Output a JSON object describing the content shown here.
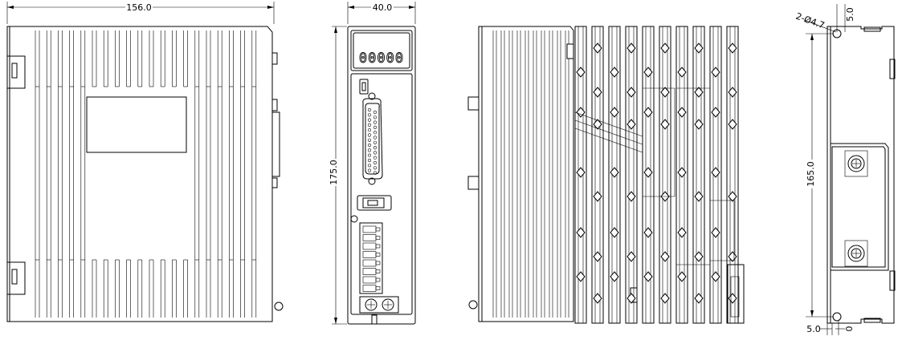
{
  "dimensions": {
    "front_width": "156.0",
    "side_width": "40.0",
    "side_height": "175.0",
    "rear_height": "165.0",
    "rear_hole": "2-Ø4.7",
    "rear_top_offset": "5.0",
    "rear_bottom_offset": "5.0",
    "rear_bottom_small": "0"
  },
  "display": {
    "digits": "00000"
  }
}
